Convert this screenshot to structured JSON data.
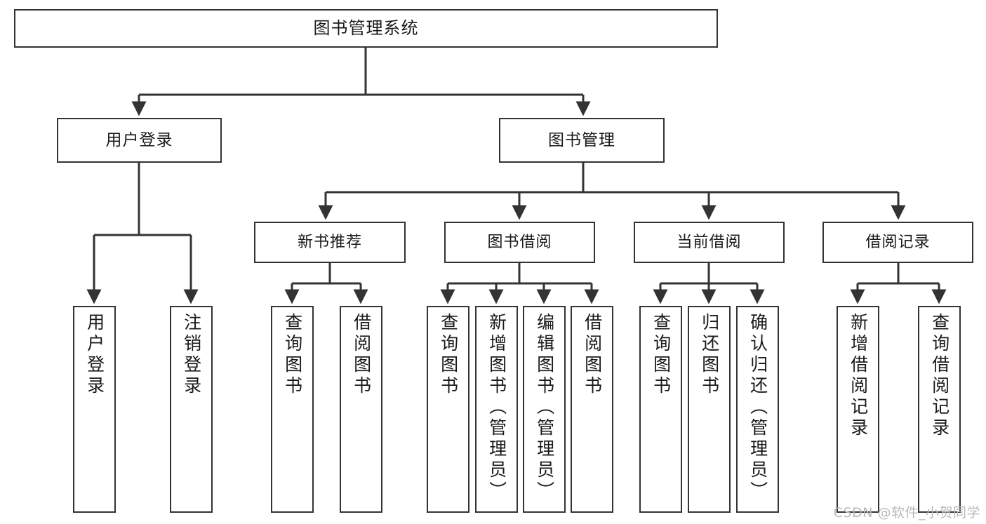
{
  "diagram": {
    "type": "tree",
    "title": "图书管理系统",
    "orientation": "top-down",
    "edge_style": "orthogonal-arrow",
    "colors": {
      "box_border": "#333333",
      "box_fill": "#ffffff",
      "line": "#333333",
      "text": "#1a1a1a",
      "watermark": "#b9b9b9",
      "background": "#ffffff"
    },
    "root": {
      "label": "图书管理系统"
    },
    "level2": [
      {
        "label": "用户登录"
      },
      {
        "label": "图书管理"
      }
    ],
    "level3": [
      {
        "label": "新书推荐"
      },
      {
        "label": "图书借阅"
      },
      {
        "label": "当前借阅"
      },
      {
        "label": "借阅记录"
      }
    ],
    "leaves": {
      "user_login": [
        {
          "label": "用户登录"
        },
        {
          "label": "注销登录"
        }
      ],
      "new_book_recommend": [
        {
          "label": "查询图书"
        },
        {
          "label": "借阅图书"
        }
      ],
      "book_borrow": [
        {
          "label": "查询图书"
        },
        {
          "label": "新增图书（管理员）"
        },
        {
          "label": "编辑图书（管理员）"
        },
        {
          "label": "借阅图书"
        }
      ],
      "current_borrow": [
        {
          "label": "查询图书"
        },
        {
          "label": "归还图书"
        },
        {
          "label": "确认归还（管理员）"
        }
      ],
      "borrow_record": [
        {
          "label": "新增借阅记录"
        },
        {
          "label": "查询借阅记录"
        }
      ]
    }
  },
  "watermark": {
    "text": "CSDN @软件_小贺同学"
  }
}
